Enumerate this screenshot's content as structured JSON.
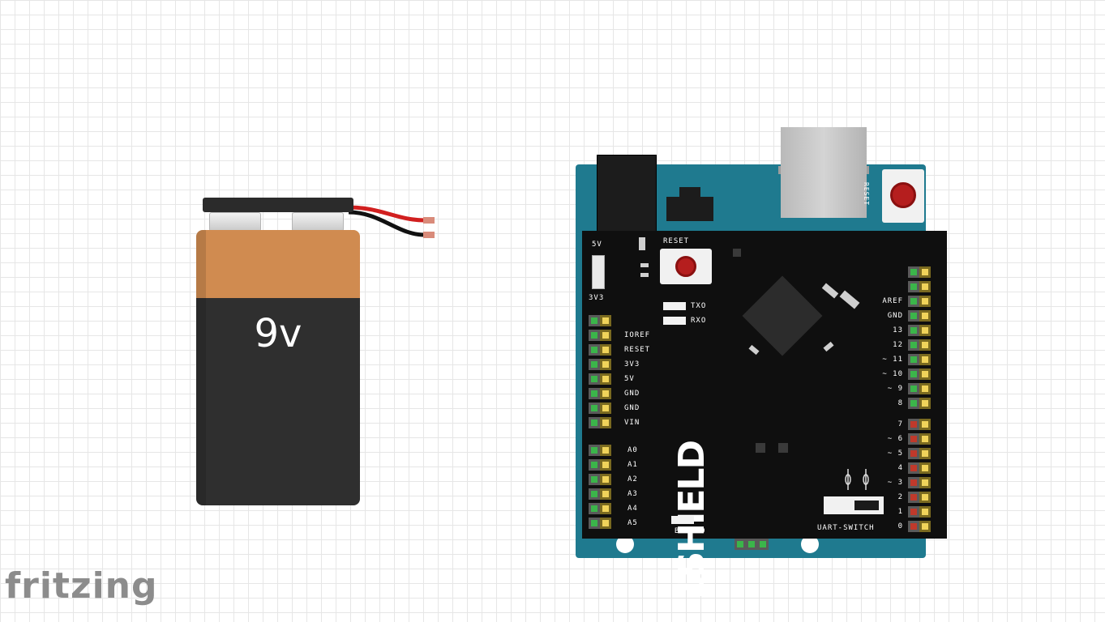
{
  "battery": {
    "label": "9v"
  },
  "board": {
    "reset_top_label": "RESET",
    "shield_reset_label": "RESET",
    "five_v_label": "5V",
    "three_v3_label": "3V3",
    "tx_label": "TXO",
    "rx_label": "RXO",
    "bt_led_label": "BT-LED",
    "uart_switch_label": "UART-SWITCH",
    "logo": "1SHIELD",
    "left_pins_power": [
      "IOREF",
      "RESET",
      "3V3",
      "5V",
      "GND",
      "GND",
      "VIN"
    ],
    "left_pins_analog": [
      "A0",
      "A1",
      "A2",
      "A3",
      "A4",
      "A5"
    ],
    "right_pins_top": [
      "AREF",
      "GND",
      "13",
      "12",
      "~ 11",
      "~ 10",
      "~ 9",
      "8"
    ],
    "right_pins_bottom": [
      "7",
      "~ 6",
      "~ 5",
      "4",
      "~ 3",
      "2",
      "1",
      "0"
    ]
  },
  "app": {
    "logo": "fritzing"
  },
  "colors": {
    "pcb": "#1f7a8f",
    "shield": "#0f0f0f",
    "battery_top": "#d08b50",
    "battery_body": "#2f2f2f",
    "grid": "#e6e6e6"
  }
}
